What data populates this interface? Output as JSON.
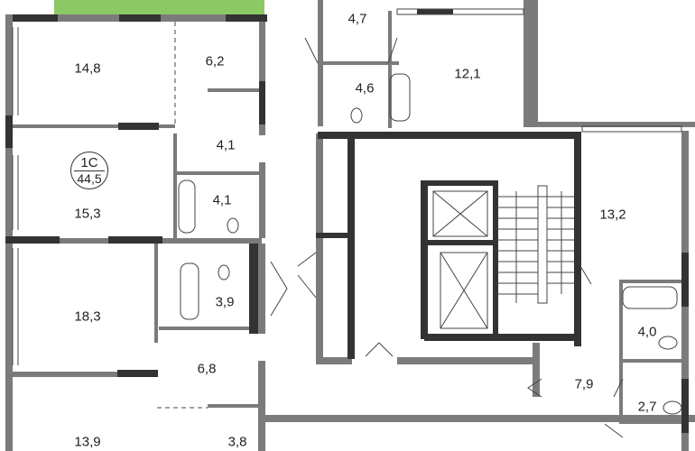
{
  "apartment": {
    "type": "1С",
    "total_area": "44,5",
    "highlight_color": "#8cc864"
  },
  "rooms": [
    {
      "id": "r1",
      "area": "14,8"
    },
    {
      "id": "r2",
      "area": "6,2"
    },
    {
      "id": "r3",
      "area": "4,1"
    },
    {
      "id": "r4",
      "area": "4,1"
    },
    {
      "id": "r5",
      "area": "15,3"
    },
    {
      "id": "r6",
      "area": "18,3"
    },
    {
      "id": "r7",
      "area": "3,9"
    },
    {
      "id": "r8",
      "area": "6,8"
    },
    {
      "id": "r9",
      "area": "13,9"
    },
    {
      "id": "r10",
      "area": "3,8"
    },
    {
      "id": "r11",
      "area": "4,7"
    },
    {
      "id": "r12",
      "area": "4,6"
    },
    {
      "id": "r13",
      "area": "12,1"
    },
    {
      "id": "r14",
      "area": "13,2"
    },
    {
      "id": "r15",
      "area": "4,0"
    },
    {
      "id": "r16",
      "area": "7,9"
    },
    {
      "id": "r17",
      "area": "2,7"
    }
  ]
}
